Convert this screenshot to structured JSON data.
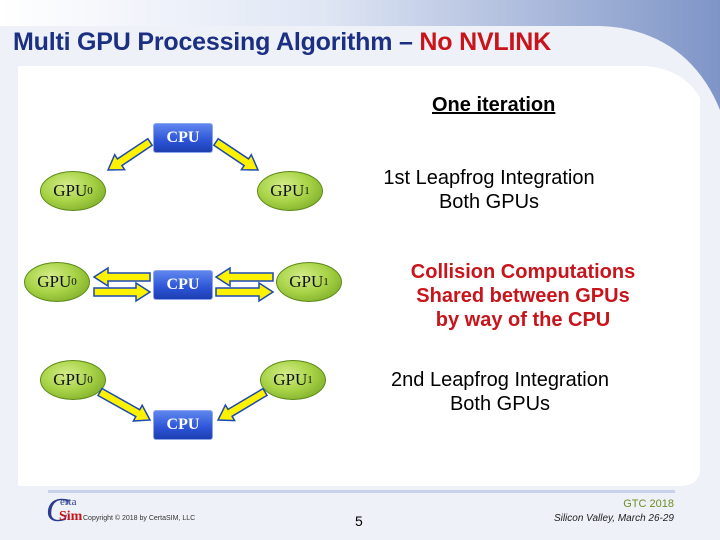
{
  "slide": {
    "title_prefix": "Multi GPU Processing Algorithm – ",
    "title_highlight": "No NVLINK",
    "heading": "One iteration",
    "steps": [
      {
        "lines": [
          "1st Leapfrog Integration",
          "Both GPUs"
        ]
      },
      {
        "lines": [
          "Collision Computations",
          "Shared between GPUs",
          "by way of the CPU"
        ]
      },
      {
        "lines": [
          "2nd Leapfrog Integration",
          "Both GPUs"
        ]
      }
    ]
  },
  "diagram": {
    "cpu_label": "CPU",
    "gpu_label": "GPU",
    "gpu0_index": "0",
    "gpu1_index": "1"
  },
  "footer": {
    "logo_top": "erta",
    "logo_bottom": "Sim",
    "logo_initial": "C",
    "copyright": "Copyright © 2018 by CertaSIM, LLC",
    "page_number": "5",
    "conference": "GTC 2018",
    "location": "Silicon Valley, March 26-29"
  },
  "colors": {
    "title_blue": "#1b2f83",
    "accent_red": "#c8141a",
    "gpu_green": "#a9d448",
    "cpu_blue": "#2c54d6",
    "arrow_yellow": "#fff200",
    "arrow_outline": "#1d49b0"
  }
}
